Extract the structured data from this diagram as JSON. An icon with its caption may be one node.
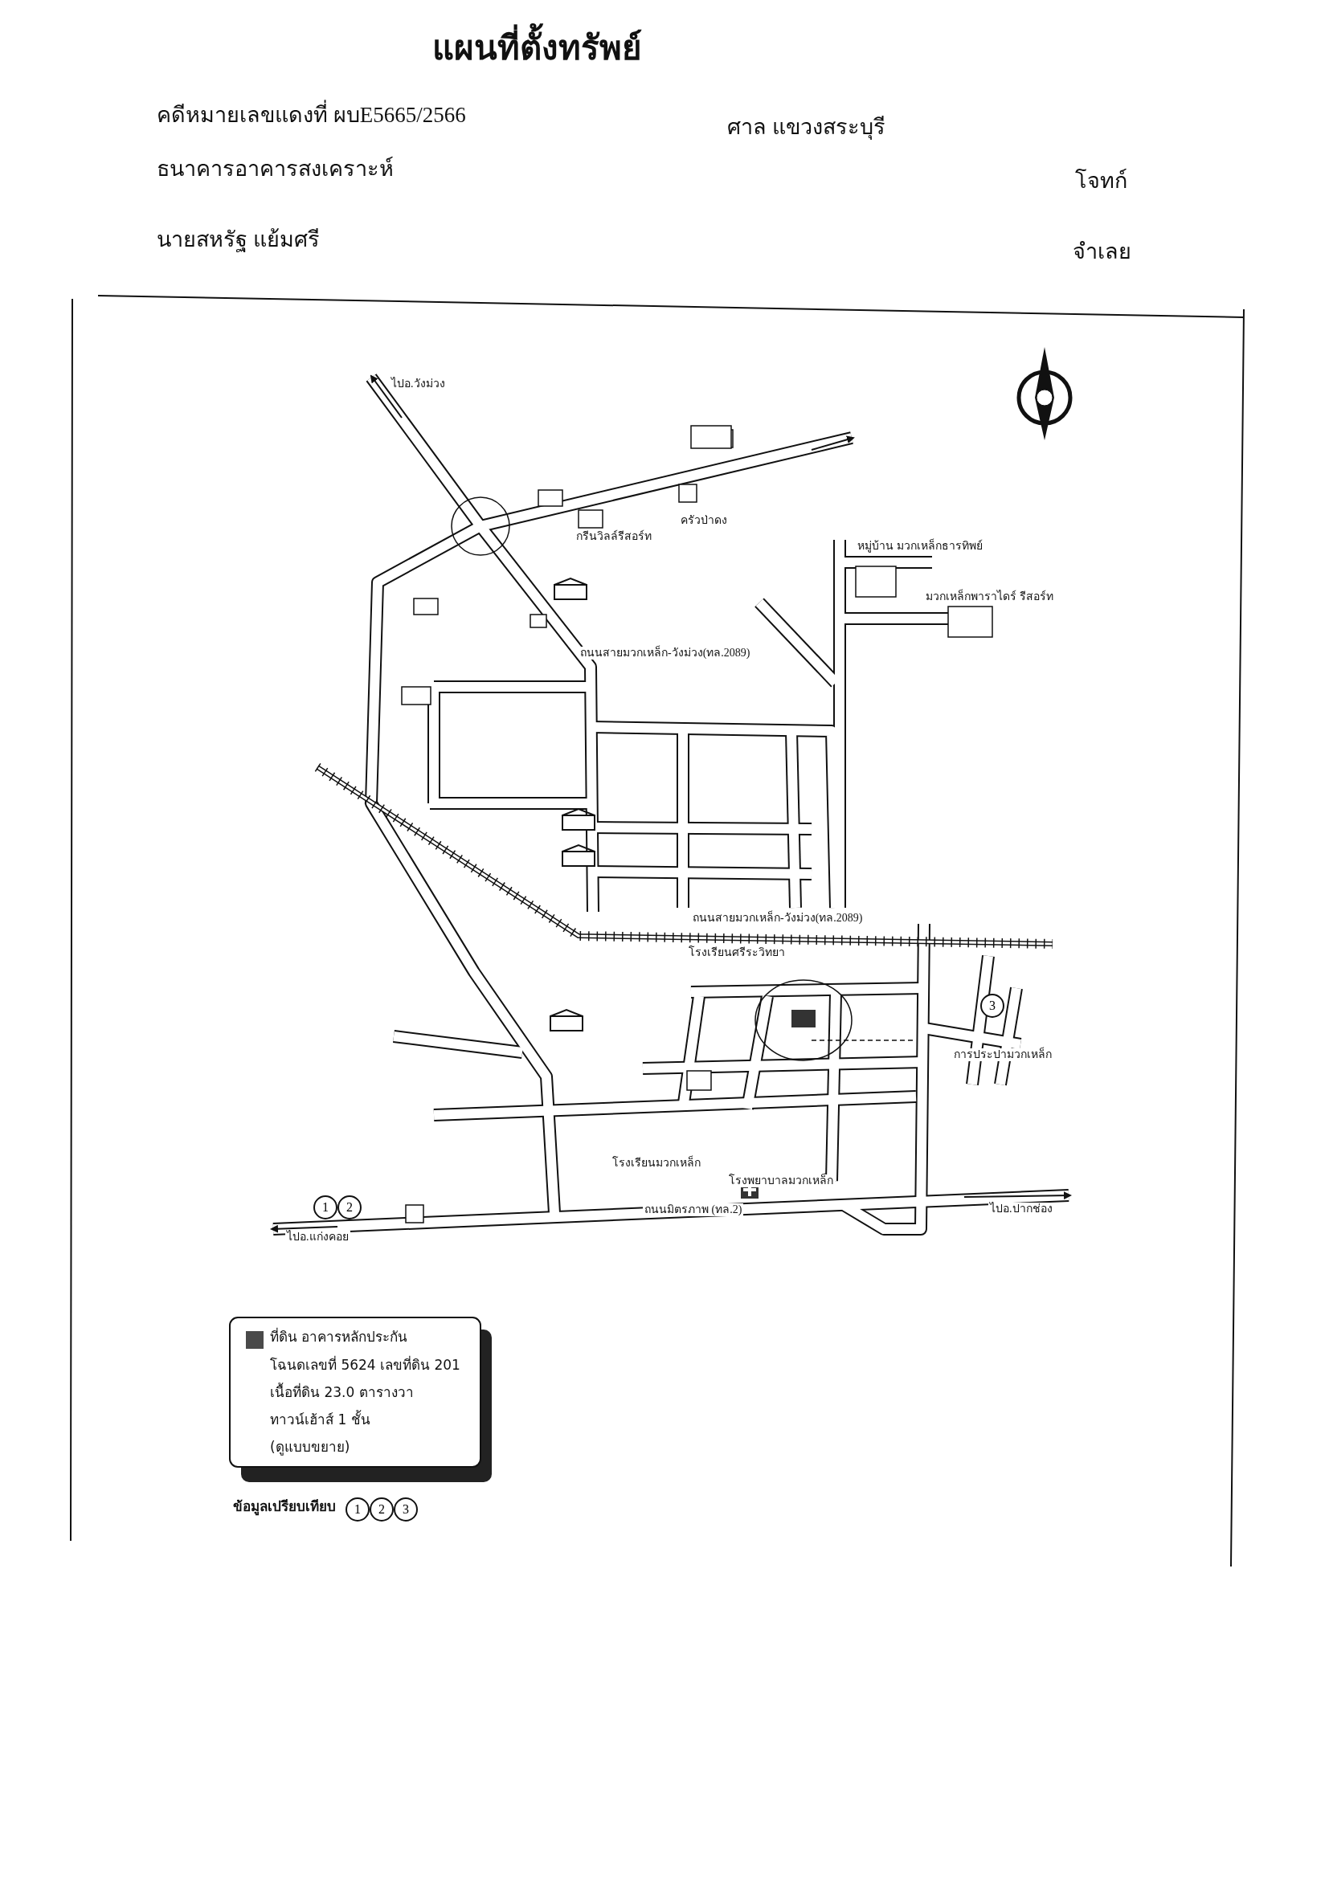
{
  "diagram": {
    "title": "แผนที่ตั้งทรัพย์",
    "nodes": [
      {
        "text": [],
        "shape": "box"
      },
      {
        "text": [
          "1"
        ]
      },
      {
        "text": [
          "2"
        ]
      },
      {
        "text": [
          "3"
        ]
      },
      {
        "text": [
          "1"
        ]
      },
      {
        "text": [
          "2"
        ]
      },
      {
        "text": [
          "3"
        ]
      }
    ],
    "labels": [
      "คดีหมายเลขแดงที่ ผบE5665/2566",
      "ศาล แขวงสระบุรี",
      "ธนาคารอาคารสงเคราะห์",
      "โจทก์",
      "นายสหรัฐ แย้มศรี",
      "จำเลย",
      "ไปอ.วังม่วง",
      "ครัวป่าดง",
      "กรีนวิลล์รีสอร์ท",
      "หมู่บ้าน มวกเหล็กธารทิพย์",
      "มวกเหล็กพาราไดร์ รีสอร์ท",
      "ถนนสายมวกเหล็ก-วังม่วง(ทล.2089)",
      "ถนนสายมวกเหล็ก-วังม่วง(ทล.2089)",
      "โรงเรียนศรีระวิทยา",
      "การประปามวกเหล็ก",
      "โรงเรียนมวกเหล็ก",
      "โรงพยาบาลมวกเหล็ก",
      "ไปอ.ปากช่อง",
      "ถนนมิตรภาพ (ทล.2)",
      "ไปอ.แก่งคอย",
      "โฉนดเลขที่ 5624 เลขที่ดิน 201",
      "เนื้อที่ดิน 23.0 ตารางวา",
      "ทาวน์เฮ้าส์ 1 ชั้น",
      "(ดูแบบขยาย)",
      "ข้อมูลเปรียบเทียบ"
    ],
    "legend": [
      {
        "text": "ที่ดิน อาคารหลักประกัน",
        "color": "#4a4a4a"
      }
    ]
  }
}
